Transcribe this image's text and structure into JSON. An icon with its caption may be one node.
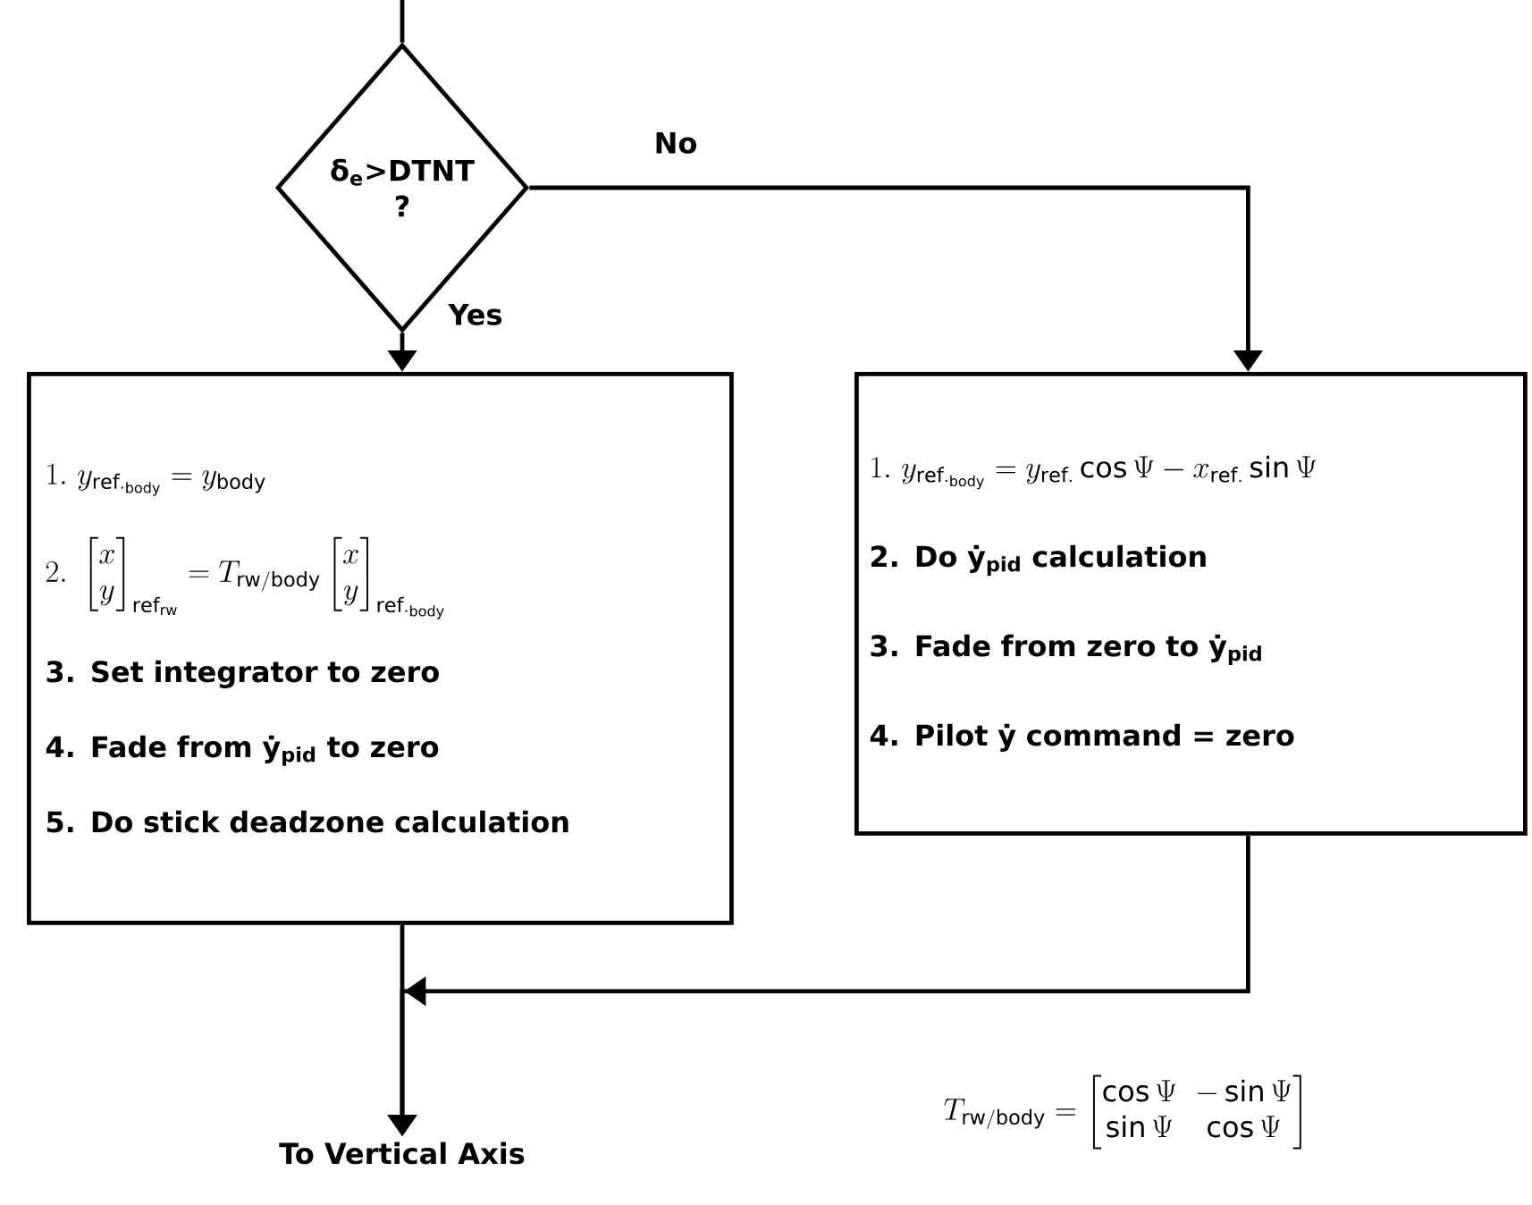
{
  "diagram": {
    "nodes": [
      {
        "text": [
          "δ$_{e}$>DTNT ?"
        ]
      },
      {
        "text": [
          "1.\\ y_{\\mathrm{ref.}_{\\mathrm{body}}} = y_{\\mathrm{body}}",
          "2.\\ \\begin{bmatrix}x\\\\ y\\end{bmatrix}_{\\mathrm{ref}_{\\mathrm{rw}}} = T_{\\mathrm{rw}/\\mathrm{body}}\\begin{bmatrix}x\\\\ y\\end{bmatrix}_{\\mathrm{ref.}_{\\mathrm{body}}}",
          "3. Set integrator to zero",
          "4. Fade from ẏ$_{pid}$ to zero",
          "5. Do stick deadzone calculation"
        ]
      },
      {
        "text": [
          "1.\\ y_{\\mathrm{ref.}_{\\mathrm{body}}} = y_{\\mathrm{ref.}}\\cos\\Psi - x_{\\mathrm{ref.}}\\sin\\Psi",
          "2. Do ẏ$_{pid}$ calculation",
          "3. Fade from zero to ẏ$_{pid}$",
          "4. Pilot ẏ command = zero"
        ]
      },
      {
        "text": [
          "To Vertical Axis"
        ]
      }
    ],
    "edges": [
      {
        "from": null,
        "to": 0,
        "arrow": "none"
      },
      {
        "from": 0,
        "to": 1,
        "arrow": "to",
        "label": "Yes"
      },
      {
        "from": 0,
        "to": 2,
        "arrow": "to",
        "label": "No"
      },
      {
        "from": 1,
        "to": 3,
        "arrow": "to"
      },
      {
        "from": 2,
        "to": 3,
        "arrow": "to"
      }
    ],
    "labels": [
      "T_{\\mathrm{rw}/\\mathrm{body}} = \\begin{bmatrix}\\cos\\Psi & -\\sin\\Psi\\\\ \\sin\\Psi & \\cos\\Psi\\end{bmatrix}"
    ]
  }
}
